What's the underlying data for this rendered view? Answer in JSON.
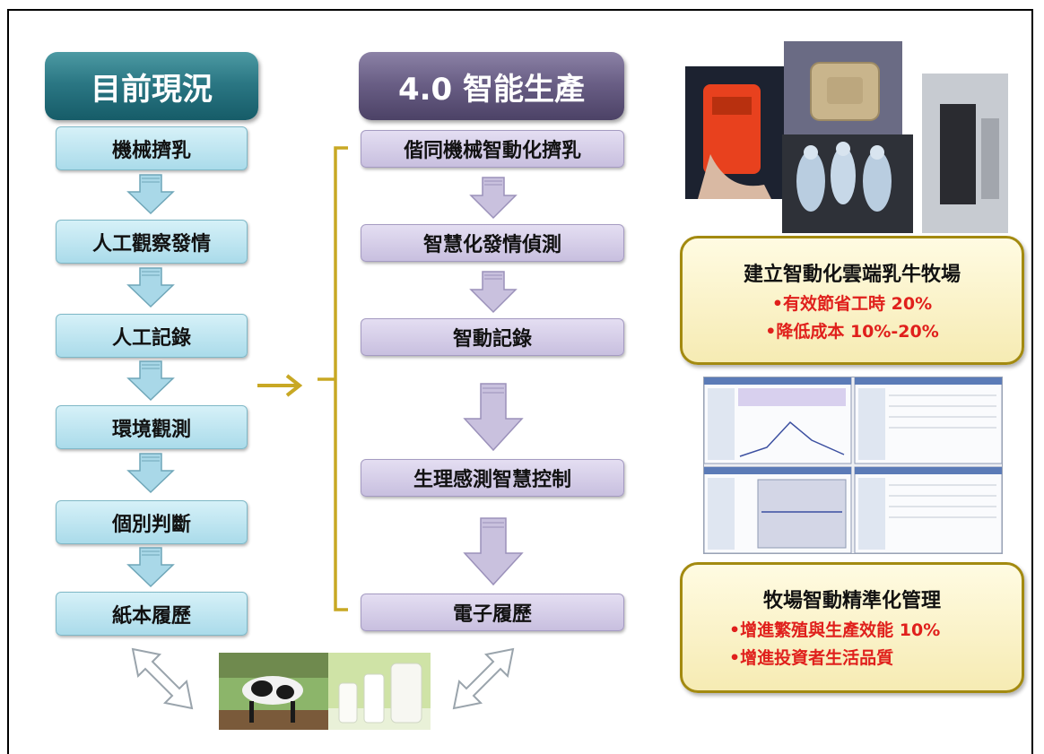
{
  "left_column": {
    "header": "目前現況",
    "steps": [
      "機械擠乳",
      "人工觀察發情",
      "人工記錄",
      "環境觀測",
      "個別判斷",
      "紙本履歷"
    ]
  },
  "right_column": {
    "header": "4.0 智能生產",
    "steps": [
      "偕同機械智動化擠乳",
      "智慧化發情偵測",
      "智動記錄",
      "生理感測智慧控制",
      "電子履歷"
    ]
  },
  "callouts": [
    {
      "title": "建立智動化雲端乳牛牧場",
      "points": [
        "•有效節省工時 20%",
        "•降低成本 10%-20%"
      ]
    },
    {
      "title": "牧場智動精準化管理",
      "points": [
        "•增進繁殖與生產效能 10%",
        "•增進投資者生活品質"
      ]
    }
  ],
  "images": {
    "sensor_collage": "device-photos",
    "software_screens": "software-screenshots",
    "farm_photo": "cow-and-milk-photo"
  },
  "colors": {
    "left_header": "#2b7784",
    "right_header": "#6a5f86",
    "connector": "#c8a824",
    "callout_border": "#a38a10",
    "point_text": "#e0201c"
  }
}
